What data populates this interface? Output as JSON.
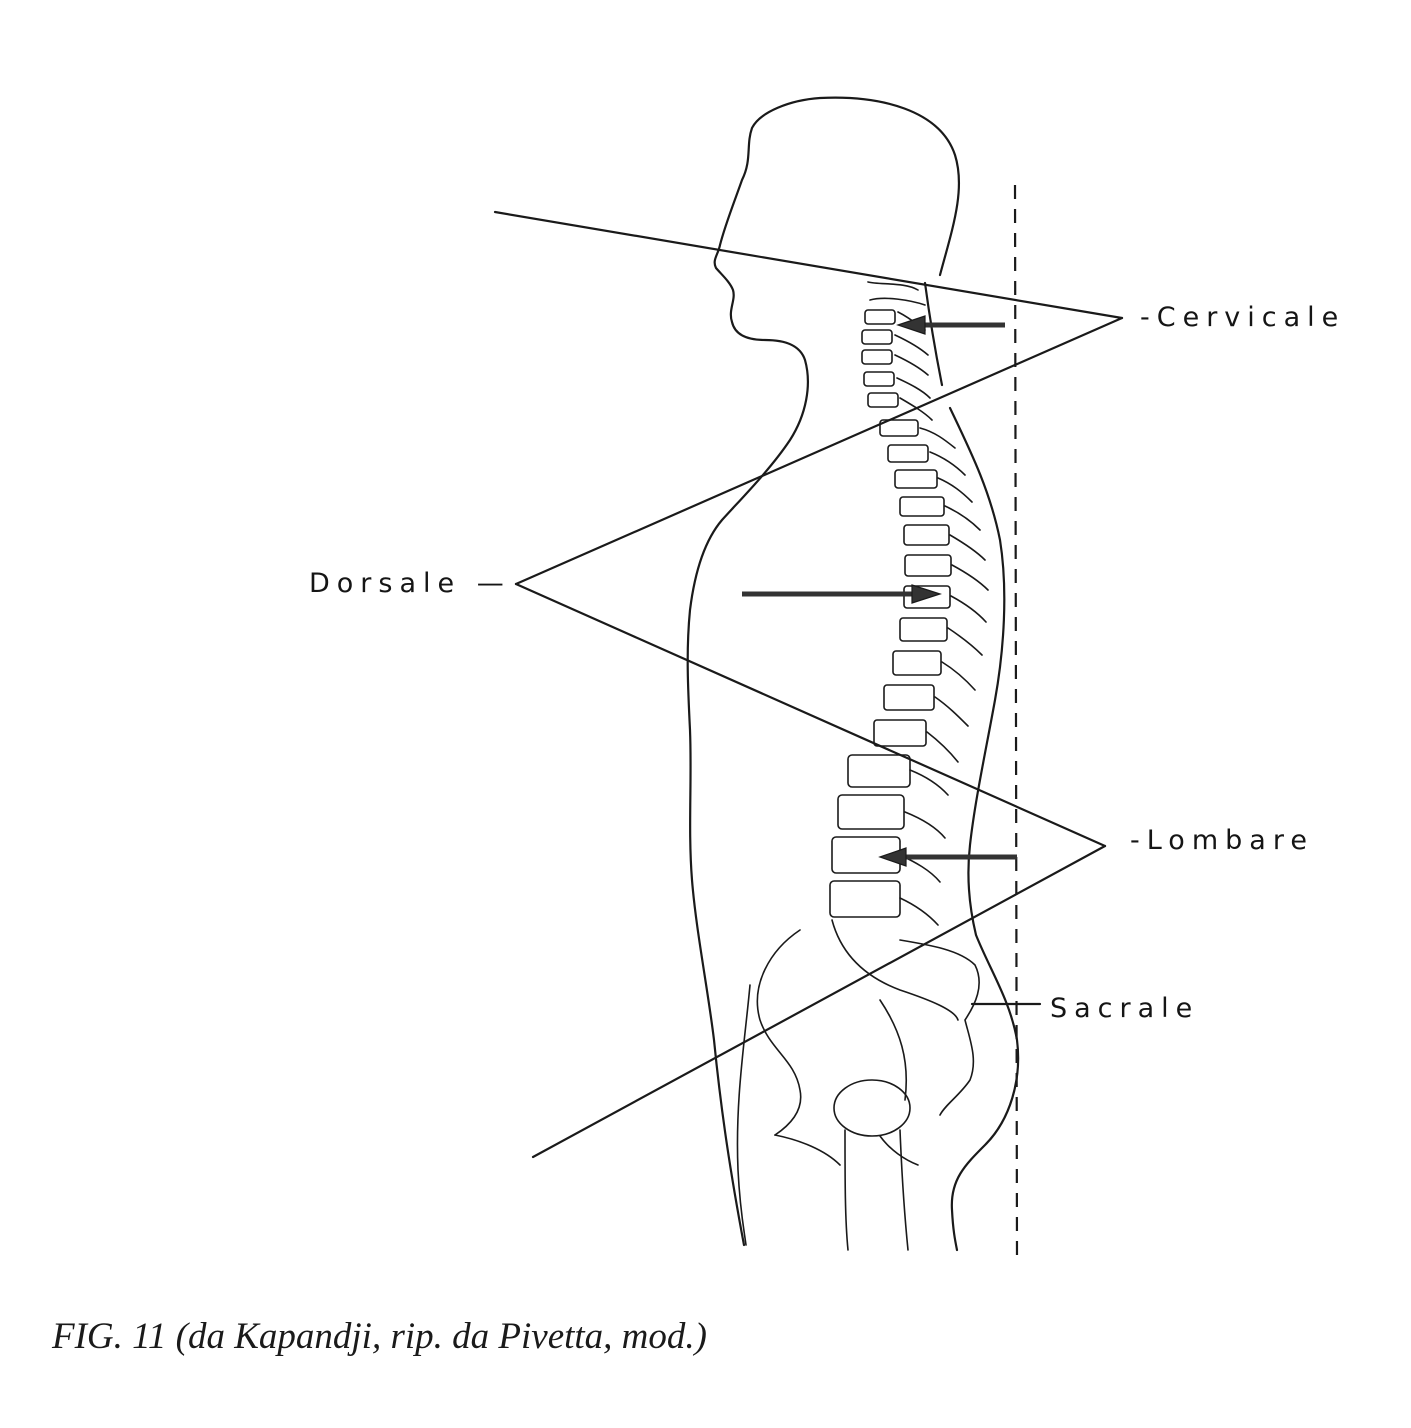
{
  "labels": {
    "cervical": "-Cervicale",
    "dorsal": "Dorsale —",
    "lumbar": "-Lombare",
    "sacral": "Sacrale"
  },
  "caption": "FIG. 11 (da Kapandji, rip. da Pivetta, mod.)",
  "colors": {
    "ink": "#1a1a1a",
    "paper": "#ffffff"
  }
}
